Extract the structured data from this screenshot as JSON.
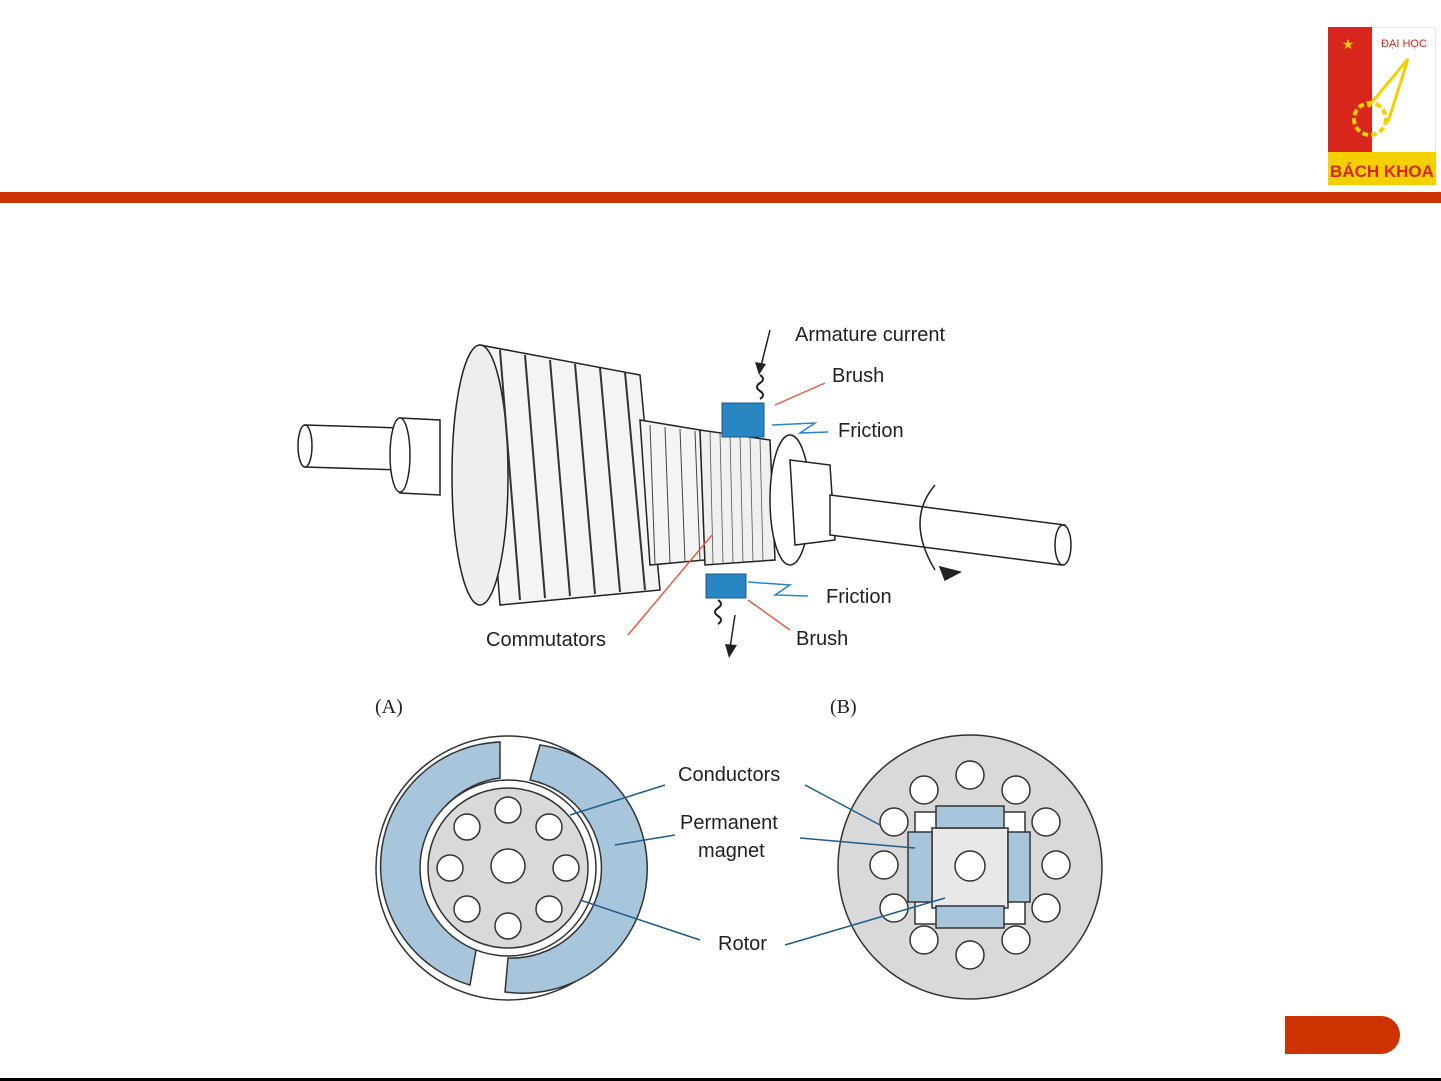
{
  "logo": {
    "line1": "ĐẠI HỌC",
    "line2": "BÁCH KHOA"
  },
  "colors": {
    "accent": "#cc3300",
    "magnet": "#a7c6dc",
    "brush": "#2a86c2",
    "stator_gray": "#d9d9d9"
  },
  "figure_a_labels": {
    "armature_current": "Armature current",
    "brush_top": "Brush",
    "friction_top": "Friction",
    "friction_bottom": "Friction",
    "brush_bottom": "Brush",
    "commutators": "Commutators"
  },
  "captions": {
    "a": "(A)",
    "b": "(B)"
  },
  "figure_b_labels": {
    "conductors": "Conductors",
    "permanent": "Permanent",
    "magnet": "magnet",
    "rotor": "Rotor"
  }
}
